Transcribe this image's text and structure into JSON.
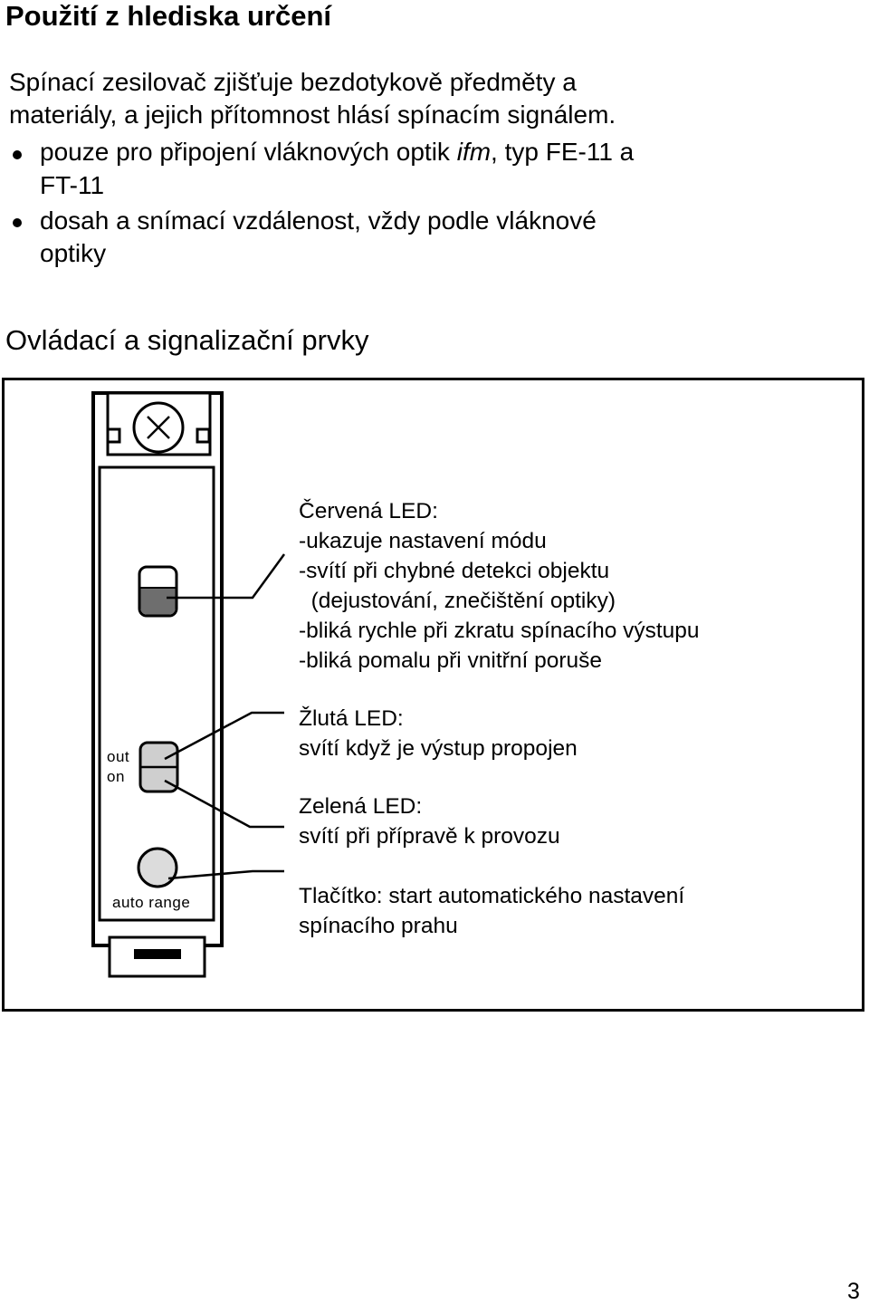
{
  "section1": {
    "heading": "Použití z hlediska určení",
    "intro_line1": "Spínací zesilovač zjišťuje bezdotykově předměty a",
    "intro_line2": "materiály, a jejich přítomnost hlásí spínacím signálem.",
    "bullets": [
      {
        "line1_a": "pouze pro připojení vláknových optik ",
        "line1_em": "ifm",
        "line1_b": ", typ FE-11 a",
        "line2": "FT-11"
      },
      {
        "line1": "dosah a snímací vzdálenost, vždy podle vláknové",
        "line2": "optiky"
      }
    ]
  },
  "section2": {
    "heading": "Ovládací a signalizační prvky"
  },
  "device": {
    "label_out": "out",
    "label_on": "on",
    "label_auto_range": "auto range"
  },
  "descriptions": {
    "red": {
      "title": "Červená LED:",
      "lines": [
        "-ukazuje nastavení módu",
        "-svítí při chybné detekci objektu",
        "  (dejustování, znečištění optiky)",
        "-bliká rychle při zkratu spínacího výstupu",
        "-bliká pomalu při vnitřní poruše"
      ]
    },
    "yellow": {
      "title": "Žlutá LED:",
      "line": "svítí když je výstup propojen"
    },
    "green": {
      "title": "Zelená LED:",
      "line": "svítí při přípravě k provozu"
    },
    "button": {
      "line1": "Tlačítko: start automatického nastavení",
      "line2": "spínacího prahu"
    }
  },
  "footer": {
    "page_number": "3"
  },
  "colors": {
    "led_dark": "#6e6e6e",
    "led_light": "#cfcfcf",
    "button_fill": "#dcdcdc"
  }
}
